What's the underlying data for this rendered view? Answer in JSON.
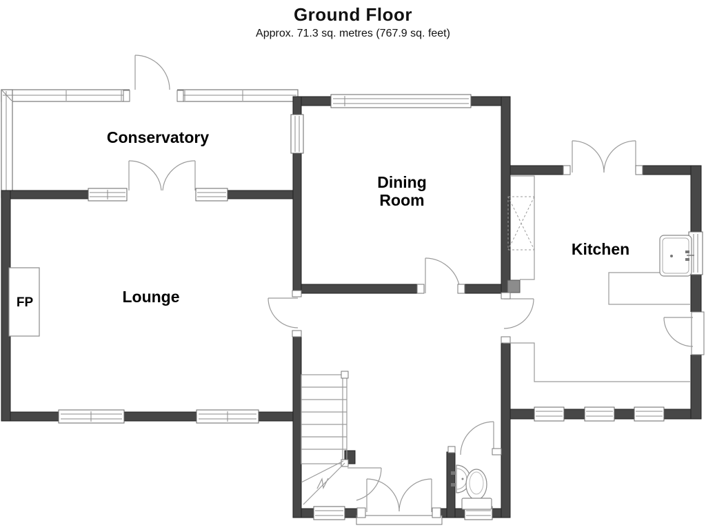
{
  "page": {
    "title": "Ground Floor",
    "subtitle": "Approx. 71.3 sq. metres (767.9 sq. feet)"
  },
  "rooms": {
    "conservatory": {
      "label": "Conservatory"
    },
    "dining": {
      "label": "Dining Room"
    },
    "kitchen": {
      "label": "Kitchen"
    },
    "lounge": {
      "label": "Lounge"
    },
    "fireplace": {
      "label": "FP"
    }
  },
  "colors": {
    "wall": "#474747",
    "chimney": "#8c8c8c",
    "line": "#9a9a9a",
    "text": "#000000"
  }
}
